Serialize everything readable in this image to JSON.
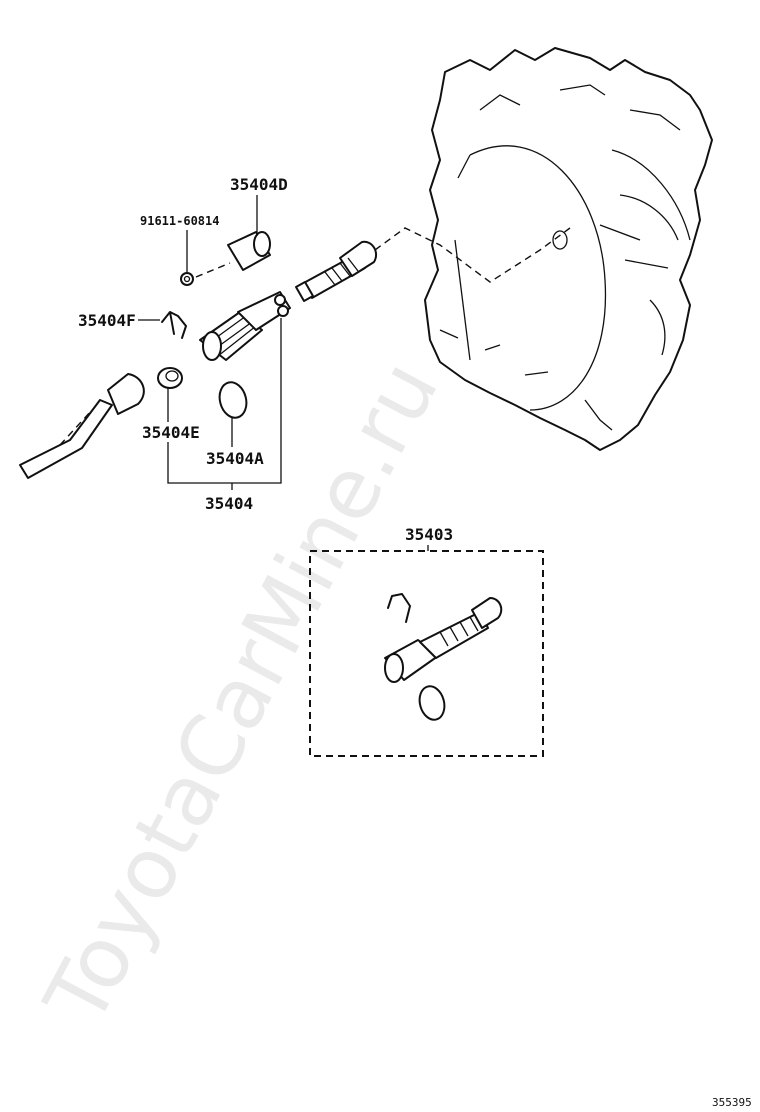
{
  "watermark": "ToyotaCarMine.ru",
  "figure_number": "355395",
  "labels": {
    "p35404D": "35404D",
    "p91611": "91611-60814",
    "p35404F": "35404F",
    "p35404E": "35404E",
    "p35404A": "35404A",
    "p35404": "35404",
    "p35403": "35403"
  }
}
